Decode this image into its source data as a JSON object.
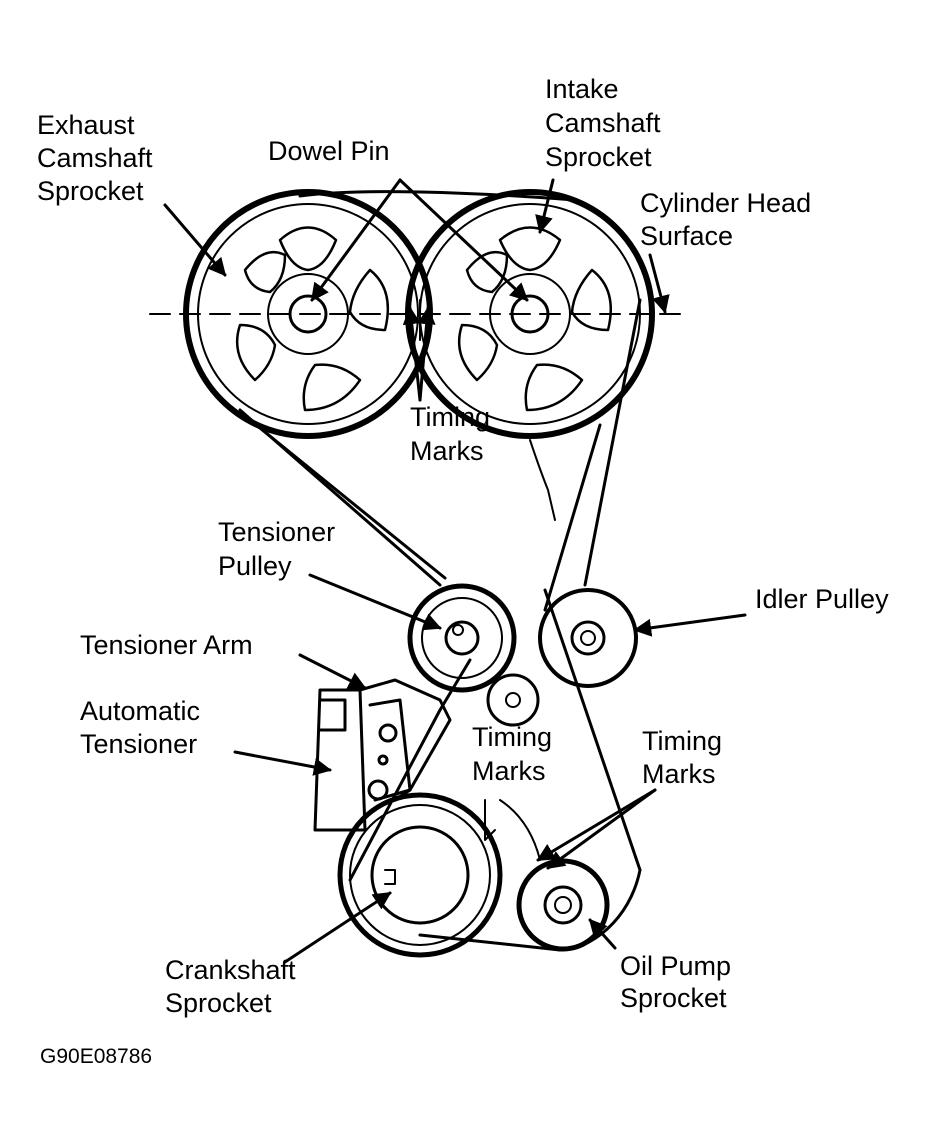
{
  "labels": {
    "exhaust": [
      "Exhaust",
      "Camshaft",
      "Sprocket"
    ],
    "dowel_pin": "Dowel Pin",
    "intake": [
      "Intake",
      "Camshaft",
      "Sprocket"
    ],
    "cyl_head": [
      "Cylinder Head",
      "Surface"
    ],
    "timing_top": [
      "Timing",
      "Marks"
    ],
    "tensioner_pulley": [
      "Tensioner",
      "Pulley"
    ],
    "idler_pulley": "Idler Pulley",
    "tensioner_arm": "Tensioner Arm",
    "auto_tensioner": [
      "Automatic",
      "Tensioner"
    ],
    "timing_mid": [
      "Timing",
      "Marks"
    ],
    "timing_right": [
      "Timing",
      "Marks"
    ],
    "crankshaft": [
      "Crankshaft",
      "Sprocket"
    ],
    "oil_pump": [
      "Oil Pump",
      "Sprocket"
    ]
  },
  "figure_code": "G90E08786"
}
